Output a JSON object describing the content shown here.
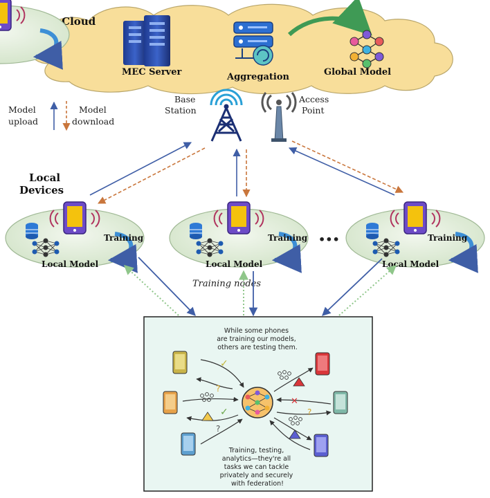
{
  "cloud": {
    "title": "Edge Cloud",
    "mec_server_label": "MEC Server",
    "aggregation_label": "Aggregation",
    "global_model_label": "Global Model"
  },
  "legend": {
    "upload_line1": "Model",
    "upload_line2": "upload",
    "download_line1": "Model",
    "download_line2": "download"
  },
  "network": {
    "base_station_line1": "Base",
    "base_station_line2": "Station",
    "access_point_line1": "Access",
    "access_point_line2": "Point"
  },
  "devices": {
    "title_line1": "Local",
    "title_line2": "Devices",
    "training_label": "Training",
    "local_model_label": "Local Model",
    "ellipsis": "•••",
    "training_nodes_label": "Training nodes"
  },
  "federation_panel": {
    "caption_top": [
      "While some phones",
      "are training our models,",
      "others are testing them."
    ],
    "caption_bottom": [
      "Training, testing,",
      "analytics—they're all",
      "tasks we can tackle",
      "privately and securely",
      "with federation!"
    ]
  },
  "colors": {
    "cloud_fill": "#f8de9a",
    "node_fill": "#dbe9d3",
    "panel_fill": "#e9f6f2",
    "upload_arrow": "#3f5ea6",
    "download_arrow": "#c9763c",
    "feedback_arrow": "#8fc68a"
  }
}
